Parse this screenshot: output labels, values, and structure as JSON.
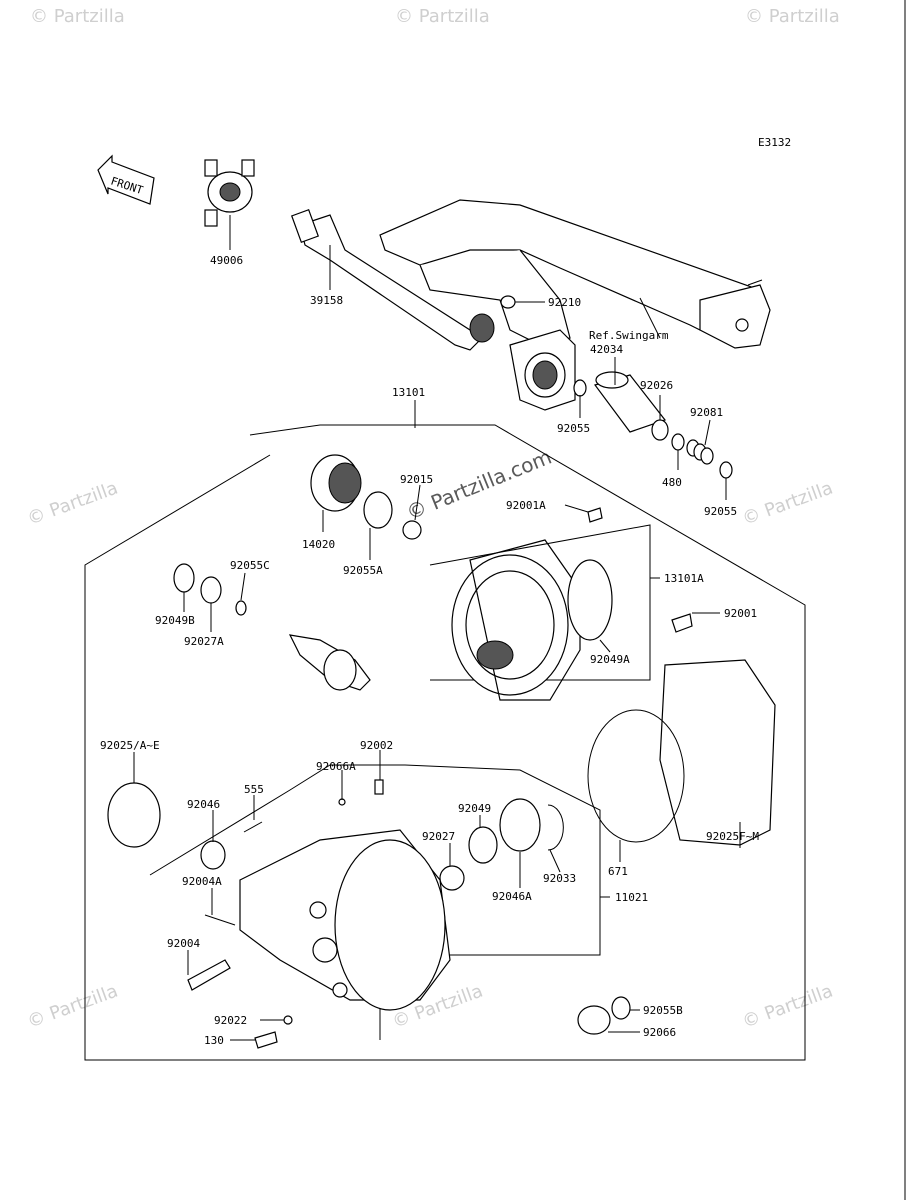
{
  "diagram": {
    "code": "E3132",
    "front_label": "FRONT",
    "ref_label": "Ref.Swingarm",
    "watermark": "© Partzilla",
    "watermark_center": "© Partzilla.com",
    "parts": [
      "49006",
      "39158",
      "92210",
      "42034",
      "92026",
      "92081",
      "92055",
      "480",
      "92055",
      "13101",
      "14020",
      "92015",
      "92055A",
      "92001A",
      "13101A",
      "92001",
      "92049A",
      "92055C",
      "92049B",
      "92027A",
      "92025/A~E",
      "92002",
      "92066A",
      "555",
      "92046",
      "92004A",
      "92004",
      "92049",
      "92027",
      "92046A",
      "92033",
      "671",
      "11021",
      "92025F~M",
      "92022",
      "130",
      "92055B",
      "92066"
    ]
  }
}
